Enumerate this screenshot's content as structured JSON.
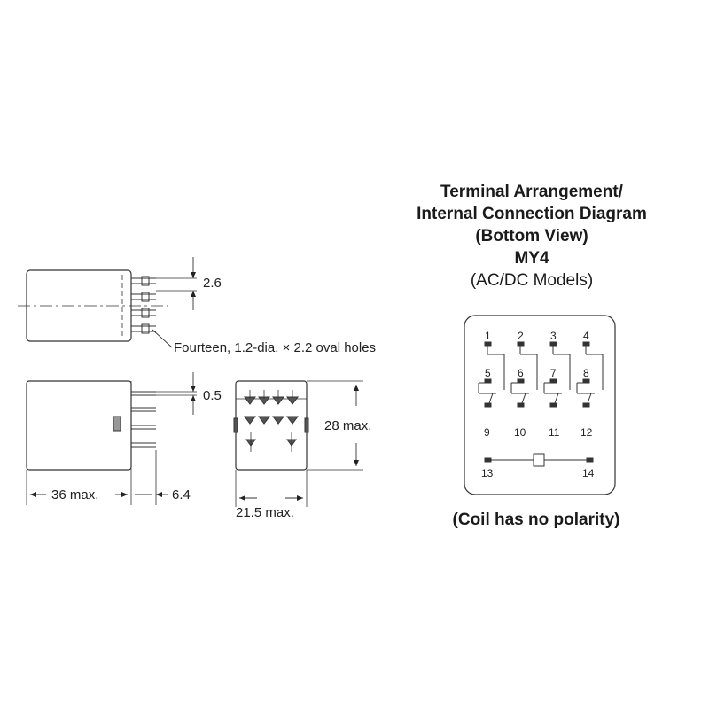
{
  "title_lines": [
    "Terminal Arrangement/",
    "Internal Connection Diagram",
    "(Bottom View)",
    "MY4"
  ],
  "subtitle": "(AC/DC Models)",
  "note": "(Coil has no polarity)",
  "dimensions": {
    "pin_spacing": "2.6",
    "holes": "Fourteen, 1.2-dia. × 2.2 oval holes",
    "pin_thickness": "0.5",
    "length": "36 max.",
    "pin_length": "6.4",
    "width": "21.5 max.",
    "height": "28 max."
  },
  "terminals": {
    "t1": "1",
    "t2": "2",
    "t3": "3",
    "t4": "4",
    "t5": "5",
    "t6": "6",
    "t7": "7",
    "t8": "8",
    "t9": "9",
    "t10": "10",
    "t11": "11",
    "t12": "12",
    "t13": "13",
    "t14": "14"
  }
}
